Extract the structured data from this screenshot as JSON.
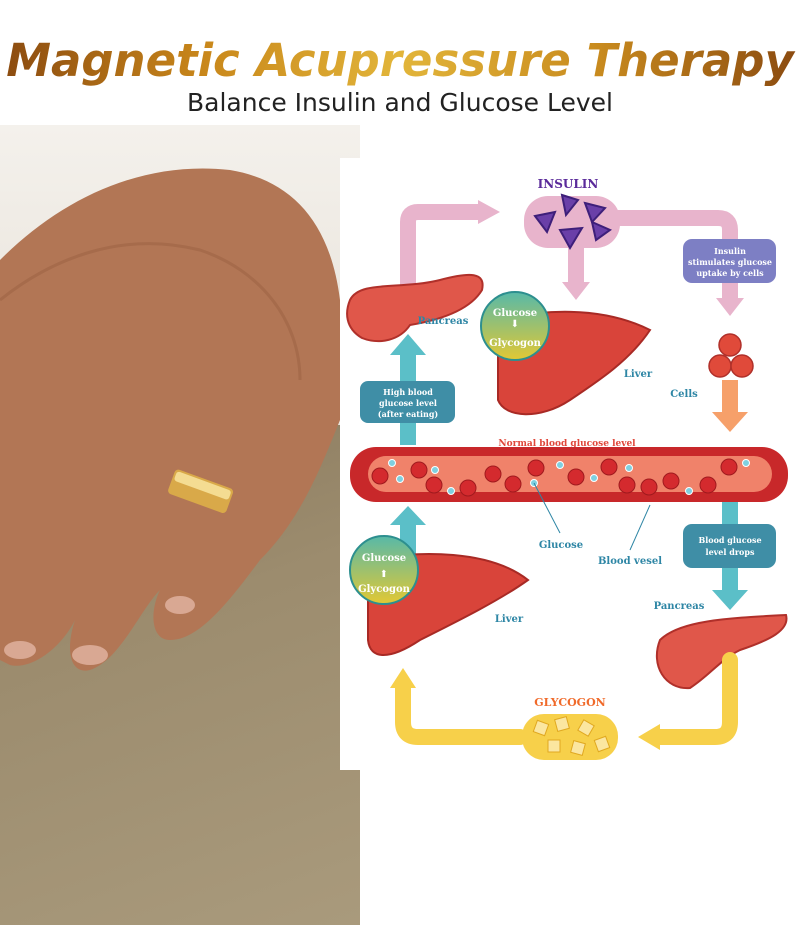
{
  "header": {
    "title": "Magnetic Acupressure Therapy",
    "subtitle": "Balance Insulin and Glucose Level"
  },
  "diagram": {
    "insulin": "INSULIN",
    "insulin_box": [
      "Insulin",
      "stimulates glucose",
      "uptake by cells"
    ],
    "pancreas_top": "Pancreas",
    "glucose_to_glycogen": [
      "Glucose",
      "Glycogon"
    ],
    "liver_top": "Liver",
    "cells": "Cells",
    "high_blood": [
      "High blood",
      "glucose level",
      "(after eating)"
    ],
    "normal_level": "Normal blood glucose level",
    "glucose": "Glucose",
    "blood_vessel": "Blood vesel",
    "drops": [
      "Blood glucose",
      "level drops"
    ],
    "glycogon_to_glucose": [
      "Glucose",
      "Glycogon"
    ],
    "liver_bottom": "Liver",
    "pancreas_bottom": "Pancreas",
    "glycogon": "GLYCOGON"
  },
  "colors": {
    "teal": "#5bbfc8",
    "pink": "#e8b4cc",
    "orange": "#f6a06a",
    "yellow": "#f7d04a",
    "purple_box": "#7d7fc4",
    "teal_box": "#3f8ea6",
    "red": "#c8282a"
  }
}
